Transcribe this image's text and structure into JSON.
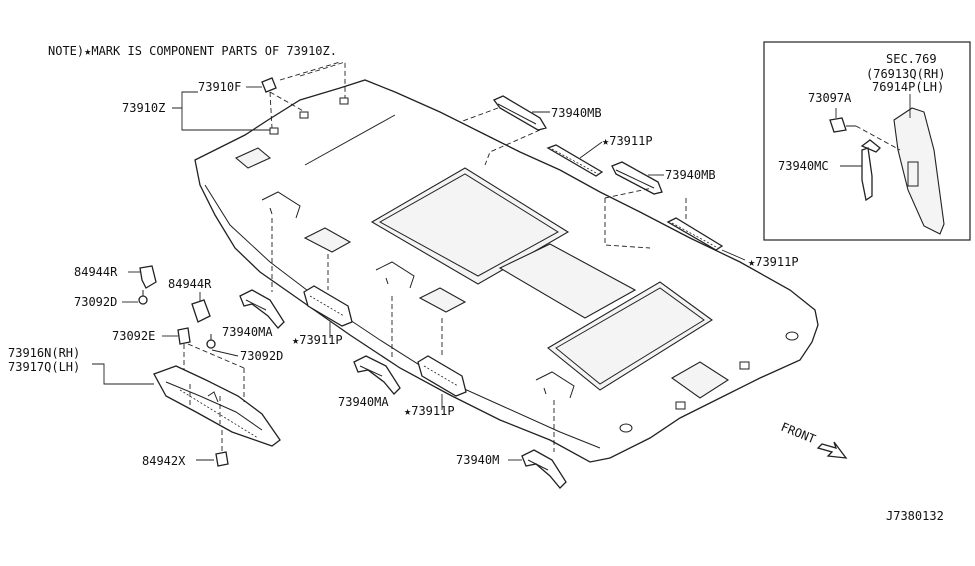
{
  "note": "NOTE)★MARK IS COMPONENT PARTS OF 73910Z.",
  "diagram_id": "J7380132",
  "front_label": "FRONT",
  "inset": {
    "sec_title": "SEC.769",
    "sec_line1": "(76913Q(RH)",
    "sec_line2": "76914P(LH)"
  },
  "parts": {
    "p73910F": "73910F",
    "p73910Z": "73910Z",
    "p73940MB_a": "73940MB",
    "p73911P_a": "★73911P",
    "p73940MB_b": "73940MB",
    "p73911P_b": "★73911P",
    "p84944R_a": "84944R",
    "p84944R_b": "84944R",
    "p73092D_a": "73092D",
    "p73092E": "73092E",
    "p73092D_b": "73092D",
    "p73940MA_a": "73940MA",
    "p73911P_c": "★73911P",
    "p73916N": "73916N(RH)",
    "p73917Q": "73917Q(LH)",
    "p73940MA_b": "73940MA",
    "p73911P_d": "★73911P",
    "p84942X": "84942X",
    "p73940M": "73940M",
    "p73097A": "73097A",
    "p73940MC": "73940MC"
  }
}
